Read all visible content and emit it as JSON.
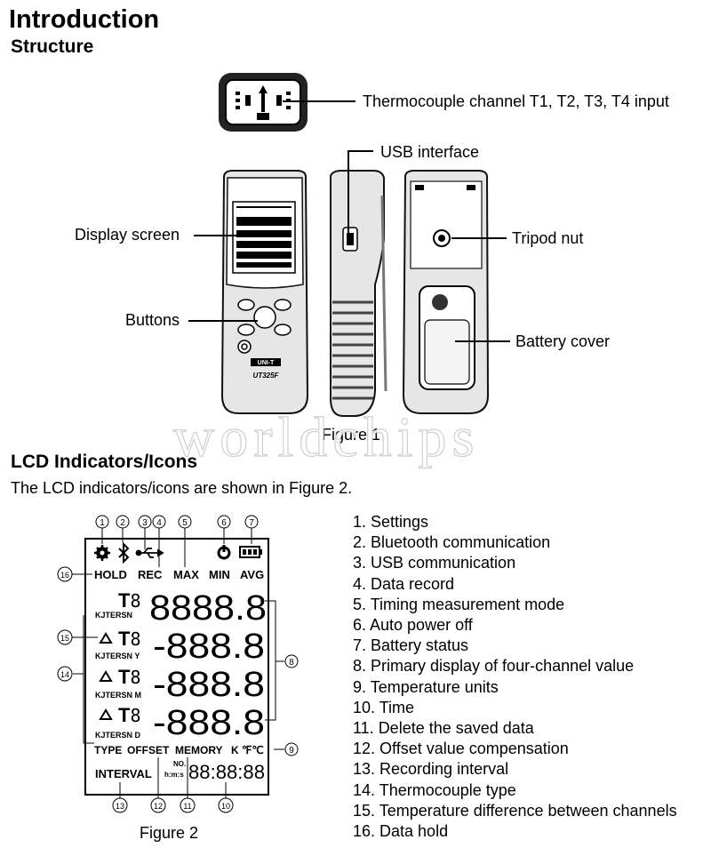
{
  "page": {
    "title": "Introduction",
    "subtitle": "Structure",
    "section_title": "LCD Indicators/Icons",
    "section_text": "The LCD indicators/icons are shown in Figure 2.",
    "watermark": "worldchips"
  },
  "figure1": {
    "caption": "Figure 1",
    "brand": "UNI-T",
    "model": "UT325F",
    "labels": {
      "thermocouple": "Thermocouple channel T1, T2, T3, T4 input",
      "usb": "USB interface",
      "display": "Display screen",
      "tripod": "Tripod nut",
      "buttons": "Buttons",
      "battery": "Battery cover"
    }
  },
  "figure2": {
    "caption": "Figure 2",
    "lcd": {
      "hold": "HOLD",
      "rec": "REC",
      "max": "MAX",
      "min": "MIN",
      "avg": "AVG",
      "t": "T",
      "types": [
        "KJTERSN",
        "KJTERSN Y",
        "KJTERSN M",
        "KJTERSN D"
      ],
      "digits_main": "8888.8",
      "digits_sub": "-888.8",
      "type": "TYPE",
      "offset": "OFFSET",
      "memory": "MEMORY",
      "units": "K ℉℃",
      "no": "NO.",
      "hms": "h:m:s",
      "time": "88:88:88",
      "interval": "INTERVAL"
    },
    "callouts": [
      "1",
      "2",
      "3",
      "4",
      "5",
      "6",
      "7",
      "8",
      "9",
      "10",
      "11",
      "12",
      "13",
      "14",
      "15",
      "16"
    ]
  },
  "legend": [
    "1. Settings",
    "2. Bluetooth communication",
    "3. USB communication",
    "4. Data record",
    "5. Timing measurement mode",
    "6. Auto power off",
    "7. Battery status",
    "8. Primary display of four-channel value",
    "9. Temperature units",
    "10. Time",
    "11. Delete the saved data",
    "12. Offset value compensation",
    "13. Recording interval",
    "14. Thermocouple type",
    "15. Temperature difference between channels",
    "16. Data hold"
  ]
}
